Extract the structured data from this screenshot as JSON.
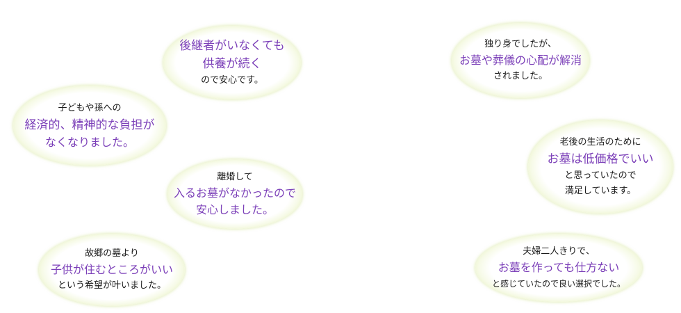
{
  "colors": {
    "accent": "#7b3fb8",
    "text": "#1a1a1a",
    "bubble_rim": "#cadf86"
  },
  "bubbles": {
    "successor": {
      "line1": "後継者がいなくても",
      "line2": "供養が続く",
      "line3": "ので安心です。"
    },
    "children": {
      "line1": "子どもや孫への",
      "line2": "経済的、精神的な負担が",
      "line3": "なくなりました。"
    },
    "divorce": {
      "line1": "離婚して",
      "line2": "入るお墓がなかったので",
      "line3": "安心しました。"
    },
    "hometown": {
      "line1": "故郷の墓より",
      "line2": "子供が住むところがいい",
      "line3": "という希望が叶いました。"
    },
    "single": {
      "line1": "独り身でしたが、",
      "line2": "お墓や葬儀の心配が解消",
      "line3": "されました。"
    },
    "retirement": {
      "line1": "老後の生活のために",
      "line2": "お墓は低価格でいい",
      "line3": "と思っていたので",
      "line4": "満足しています。"
    },
    "couple": {
      "line1": "夫婦二人きりで、",
      "line2": "お墓を作っても仕方ない",
      "line3": "と感じていたので良い選択でした。"
    }
  }
}
